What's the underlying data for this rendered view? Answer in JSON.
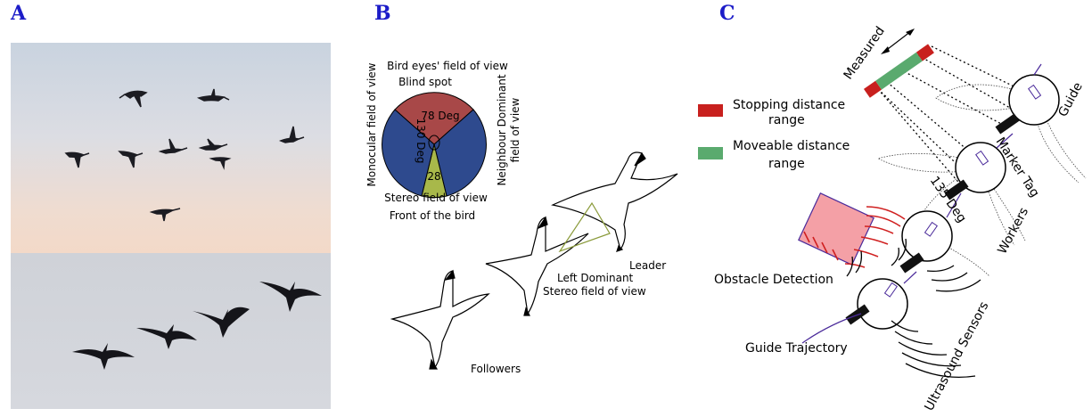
{
  "panels": {
    "a": "A",
    "b": "B",
    "c": "C"
  },
  "panel_b": {
    "title": "Bird eyes' field of view",
    "blind_spot": "Blind spot",
    "blind_deg": "78 Deg",
    "mono_deg": "130 Deg",
    "stereo_deg": "28",
    "monocular": "Monocular field of view",
    "neighbour_line1": "Neighbour Dominant",
    "neighbour_line2": "field of view",
    "stereo": "Stereo field of view",
    "front": "Front of the bird",
    "leader": "Leader",
    "left_dominant_line1": "Left Dominant",
    "left_dominant_line2": "Stereo field of view",
    "followers": "Followers",
    "colors": {
      "blind": "#a84848",
      "mono": "#2e4a8e",
      "stereo": "#a8b84a"
    }
  },
  "panel_c": {
    "measured": "Measured",
    "legend": [
      {
        "line1": "Stopping distance",
        "line2": "range",
        "color": "#c8201e"
      },
      {
        "line1": "Moveable distance",
        "line2": "range",
        "color": "#5aaa6e"
      }
    ],
    "guide": "Guide",
    "marker_tag": "Marker Tag",
    "angle": "135 Deg",
    "workers": "Workers",
    "obstacle": "Obstacle Detection",
    "trajectory": "Guide Trajectory",
    "ultrasound": "Ultrasound Sensors",
    "colors": {
      "obstacle": "#f4a0a6",
      "arcs": "#d02020",
      "link": "#4a2a9a"
    }
  }
}
